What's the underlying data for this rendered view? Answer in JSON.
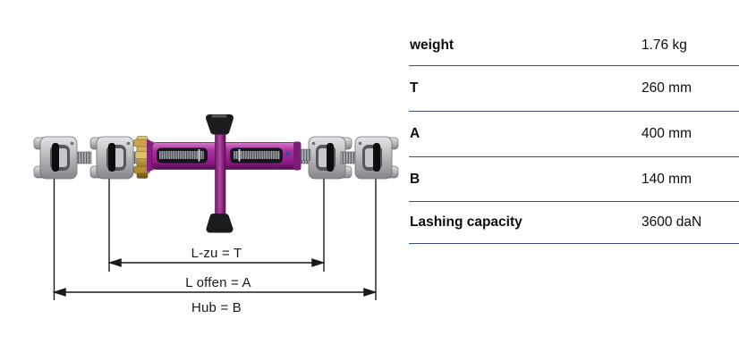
{
  "diagram": {
    "name": "lashing-turnbuckle-dimension-drawing",
    "dimension_labels": [
      {
        "id": "T",
        "text": "L-zu = T"
      },
      {
        "id": "A",
        "text": "L offen = A"
      },
      {
        "id": "B",
        "text": "Hub = B"
      }
    ],
    "colors": {
      "body_magenta": "#a12f98",
      "body_magenta_dark": "#5c1156",
      "brass_nut": "#c9a24b",
      "clamp_gray": "#b9bbbe",
      "knob_black": "#1c1c1e",
      "blue_pin": "#3a4f9e",
      "dimension_line": "#1a1a1a"
    }
  },
  "spec_table": {
    "divider_color": "#3c4d86",
    "rows": [
      {
        "label": "weight",
        "value": "1.76 kg"
      },
      {
        "label": "T",
        "value": "260 mm"
      },
      {
        "label": "A",
        "value": "400 mm"
      },
      {
        "label": "B",
        "value": "140 mm"
      },
      {
        "label": "Lashing capacity",
        "value": "3600 daN"
      }
    ]
  }
}
